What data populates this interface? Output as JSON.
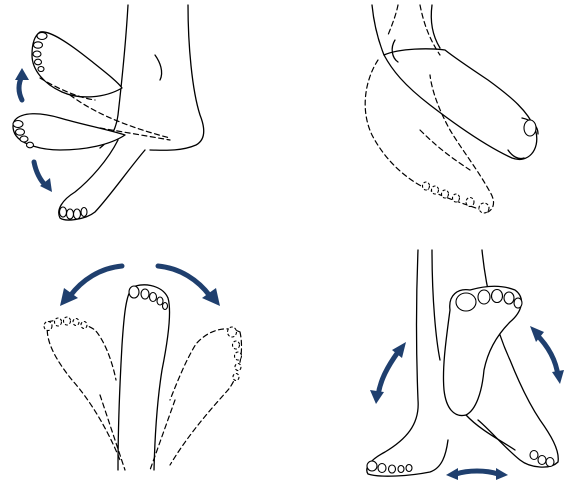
{
  "colors": {
    "arrow": "#1f3f6e",
    "outline": "#000000",
    "background": "#ffffff"
  },
  "panels": [
    {
      "name": "foot-up-down-rotation",
      "icon": "up-down-arrows-icon"
    },
    {
      "name": "ankle-point-flex",
      "icon": "none"
    },
    {
      "name": "foot-side-to-side-rotation",
      "icon": "curved-left-right-arrows-icon"
    },
    {
      "name": "ankle-circle-rotation",
      "icon": "circular-arrows-icon"
    }
  ]
}
